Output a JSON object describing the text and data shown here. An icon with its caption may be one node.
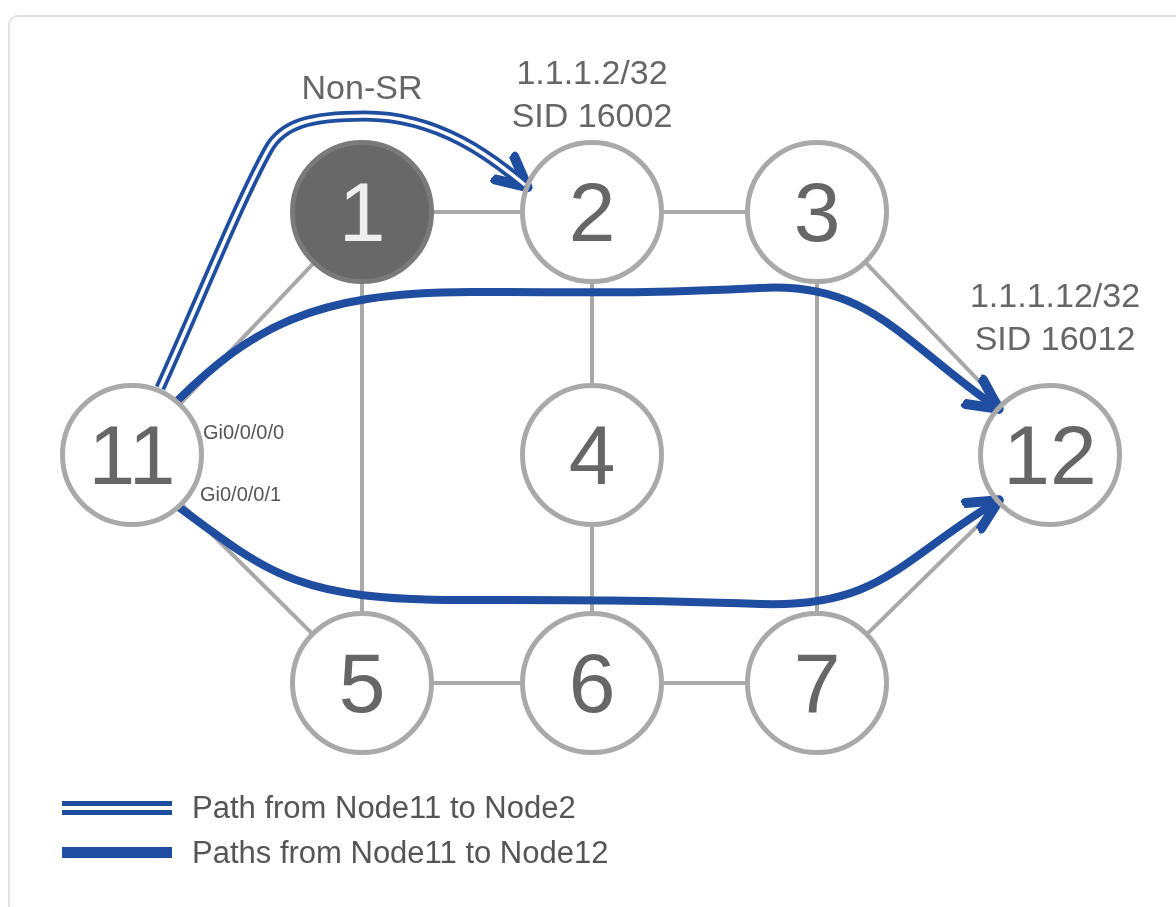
{
  "diagram": {
    "nodes": [
      {
        "text": [
          "1"
        ],
        "beside": [
          "Non-SR"
        ]
      },
      {
        "text": [
          "2"
        ],
        "beside": [
          "1.1.1.2/32",
          "SID 16002"
        ]
      },
      {
        "text": [
          "3"
        ]
      },
      {
        "text": [
          "4"
        ]
      },
      {
        "text": [
          "5"
        ]
      },
      {
        "text": [
          "6"
        ]
      },
      {
        "text": [
          "7"
        ]
      },
      {
        "text": [
          "11"
        ]
      },
      {
        "text": [
          "12"
        ],
        "beside": [
          "1.1.1.12/32",
          "SID 16012"
        ]
      }
    ],
    "edges": [
      {
        "from": 7,
        "to": 0,
        "arrow": "none"
      },
      {
        "from": 7,
        "to": 4,
        "arrow": "none"
      },
      {
        "from": 0,
        "to": 1,
        "arrow": "none"
      },
      {
        "from": 1,
        "to": 2,
        "arrow": "none"
      },
      {
        "from": 2,
        "to": 8,
        "arrow": "none"
      },
      {
        "from": 0,
        "to": 4,
        "arrow": "none"
      },
      {
        "from": 1,
        "to": 3,
        "arrow": "none"
      },
      {
        "from": 3,
        "to": 5,
        "arrow": "none"
      },
      {
        "from": 2,
        "to": 6,
        "arrow": "none"
      },
      {
        "from": 4,
        "to": 5,
        "arrow": "none"
      },
      {
        "from": 5,
        "to": 6,
        "arrow": "none"
      },
      {
        "from": 6,
        "to": 8,
        "arrow": "none"
      },
      {
        "from": 7,
        "to": 1,
        "arrow": "to",
        "style": "thick",
        "color": "#1f4ea0"
      },
      {
        "from": 7,
        "to": 8,
        "arrow": "to",
        "style": "thick",
        "color": "#1f4ea0"
      },
      {
        "from": 7,
        "to": 8,
        "arrow": "to",
        "style": "thick",
        "color": "#1f4ea0"
      }
    ],
    "labels": [
      "Gi0/0/0/0",
      "Gi0/0/0/1"
    ],
    "legend": [
      {
        "text": "Path from Node11 to Node2"
      },
      {
        "text": "Paths from Node11 to Node12"
      }
    ]
  }
}
